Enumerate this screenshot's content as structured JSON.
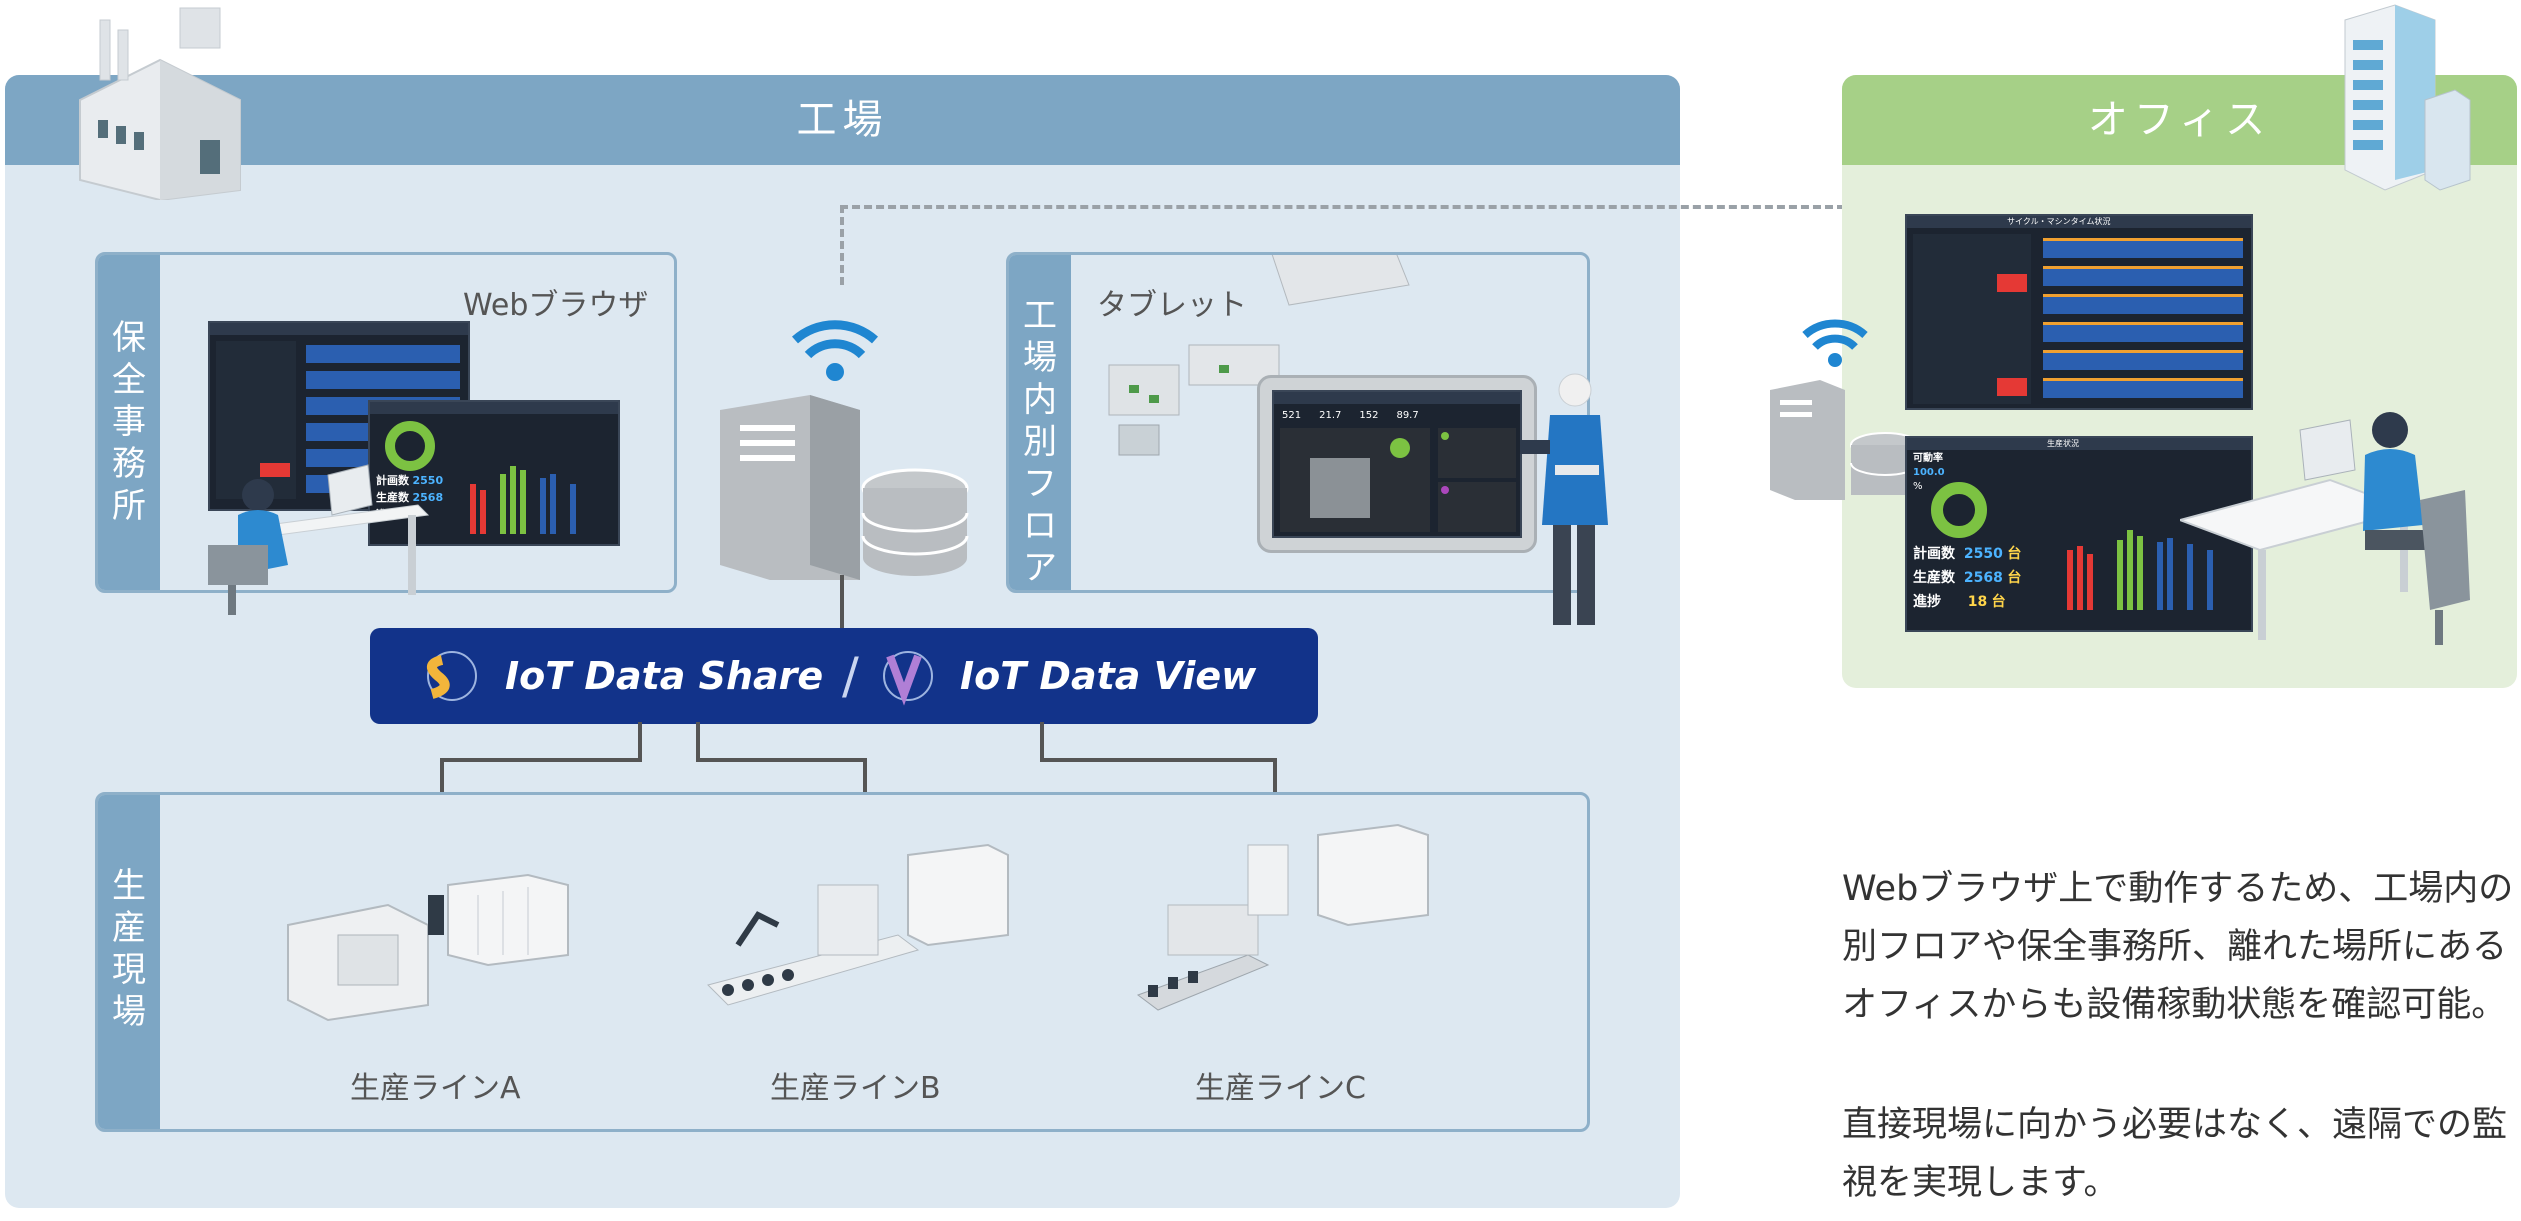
{
  "factory": {
    "title": "工場",
    "maintenance_office": "保全事務所",
    "browser_label": "Webブラウザ",
    "floor_label": "工場内別フロア",
    "tablet_label": "タブレット",
    "production_site": "生産現場",
    "lines": [
      "生産ラインA",
      "生産ラインB",
      "生産ラインC"
    ]
  },
  "office": {
    "title": "オフィス"
  },
  "banner": {
    "share": "IoT Data Share",
    "separator": "/",
    "view": "IoT Data View"
  },
  "dashboard": {
    "plan_label": "計画数",
    "plan_value": "2550",
    "prod_label": "生産数",
    "prod_value": "2568",
    "progress_label": "進捗",
    "progress_value": "18",
    "unit": "台",
    "availability_label": "可動率",
    "availability_value": "100.0",
    "percent": "%",
    "cycle_title": "サイクル・マシンタイム状況",
    "prod_title": "生産状況",
    "tablet_readouts": [
      "521",
      "21.7",
      "152",
      "89.7"
    ]
  },
  "description": {
    "para1_lines": [
      "Webブラウザ上で動作するため、工場内の",
      "別フロアや保全事務所、離れた場所にある",
      "オフィスからも設備稼動状態を確認可能。"
    ],
    "para2_lines": [
      "直接現場に向かう必要はなく、遠隔での監",
      "視を実現します。"
    ]
  },
  "colors": {
    "factory_bg": "#dde8f1",
    "factory_header": "#7da6c4",
    "office_bg": "#e4efdb",
    "office_header": "#a6d087",
    "banner": "#12338a",
    "wifi": "#1f86d1"
  }
}
